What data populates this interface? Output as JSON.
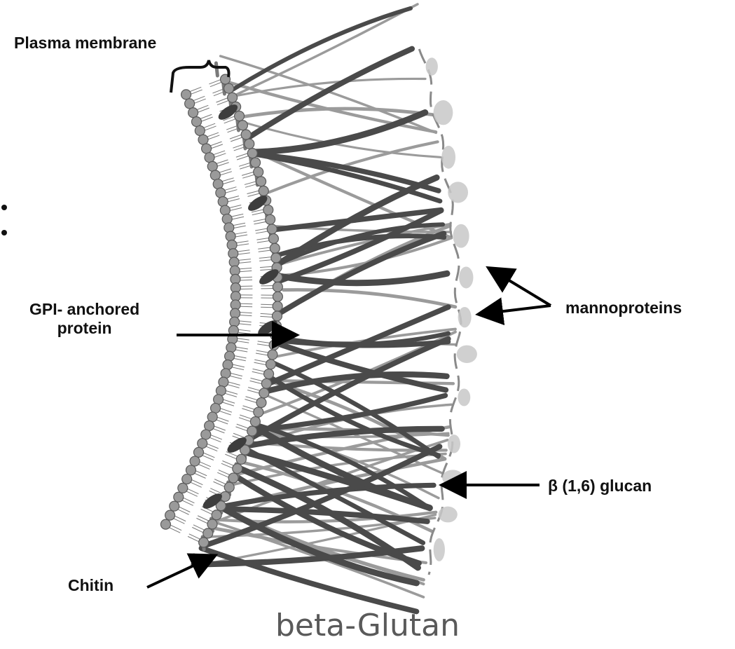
{
  "labels": {
    "plasma_membrane": "Plasma membrane",
    "gpi_line1": "GPI- anchored",
    "gpi_line2": "protein",
    "mannoproteins": "mannoproteins",
    "glucan": "β (1,6) glucan",
    "chitin": "Chitin"
  },
  "caption": "beta-Glutan",
  "colors": {
    "background": "#ffffff",
    "lipid_head": "#9a9a9a",
    "lipid_head_outline": "#5a5a5a",
    "glucan_dark": "#4a4a4a",
    "glucan_light": "#9b9b9b",
    "mannoprotein": "#c8c8c8",
    "arrow": "#000000",
    "caption": "#5a5a5a"
  }
}
